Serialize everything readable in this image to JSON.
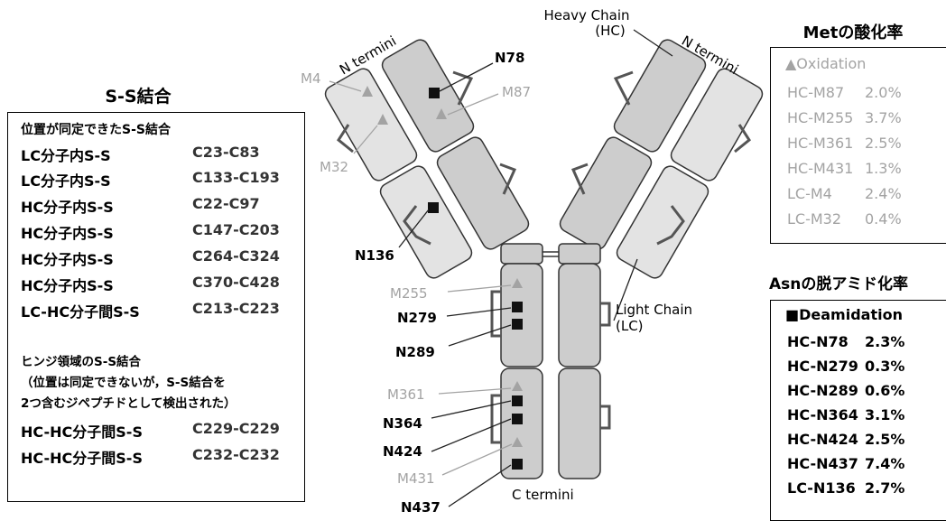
{
  "ss_bonds": {
    "title": "S-S結合",
    "section1": "位置が同定できたS-S結合",
    "rows": [
      {
        "name": "LC分子内S-S",
        "value": "C23-C83"
      },
      {
        "name": "LC分子内S-S",
        "value": "C133-C193"
      },
      {
        "name": "HC分子内S-S",
        "value": "C22-C97"
      },
      {
        "name": "HC分子内S-S",
        "value": "C147-C203"
      },
      {
        "name": "HC分子内S-S",
        "value": "C264-C324"
      },
      {
        "name": "HC分子内S-S",
        "value": "C370-C428"
      },
      {
        "name": "LC-HC分子間S-S",
        "value": "C213-C223"
      }
    ],
    "section2": "ヒンジ領域のS-S結合",
    "note1": "（位置は同定できないが，S-S結合を",
    "note2": "2つ含むジペプチドとして検出された）",
    "hinge_rows": [
      {
        "name": "HC-HC分子間S-S",
        "value": "C229-C229"
      },
      {
        "name": "HC-HC分子間S-S",
        "value": "C232-C232"
      }
    ]
  },
  "met": {
    "title": "Metの酸化率",
    "header": "▲Oxidation",
    "rows": [
      {
        "name": "HC-M87",
        "value": "2.0%"
      },
      {
        "name": "HC-M255",
        "value": "3.7%"
      },
      {
        "name": "HC-M361",
        "value": "2.5%"
      },
      {
        "name": "HC-M431",
        "value": "1.3%"
      },
      {
        "name": "LC-M4",
        "value": "2.4%"
      },
      {
        "name": "LC-M32",
        "value": "0.4%"
      }
    ]
  },
  "asn": {
    "title": "Asnの脱アミド化率",
    "header": "■Deamidation",
    "rows": [
      {
        "name": "HC-N78",
        "value": "2.3%"
      },
      {
        "name": "HC-N279",
        "value": "0.3%"
      },
      {
        "name": "HC-N289",
        "value": "0.6%"
      },
      {
        "name": "HC-N364",
        "value": "3.1%"
      },
      {
        "name": "HC-N424",
        "value": "2.5%"
      },
      {
        "name": "HC-N437",
        "value": "7.4%"
      },
      {
        "name": "LC-N136",
        "value": "2.7%"
      }
    ]
  },
  "diagram": {
    "heavy_chain_1": "Heavy Chain",
    "heavy_chain_2": "(HC)",
    "light_chain_1": "Light Chain",
    "light_chain_2": "(LC)",
    "n_termini": "N termini",
    "c_termini": "C termini",
    "sites": {
      "M4": "M4",
      "M32": "M32",
      "M87": "M87",
      "N78": "N78",
      "N136": "N136",
      "M255": "M255",
      "N279": "N279",
      "N289": "N289",
      "M361": "M361",
      "N364": "N364",
      "N424": "N424",
      "M431": "M431",
      "N437": "N437"
    },
    "colors": {
      "light_chain": "#e3e3e3",
      "heavy_chain": "#cdcdcd",
      "oxidation": "#a3a3a3",
      "deamidation": "#111111"
    }
  }
}
